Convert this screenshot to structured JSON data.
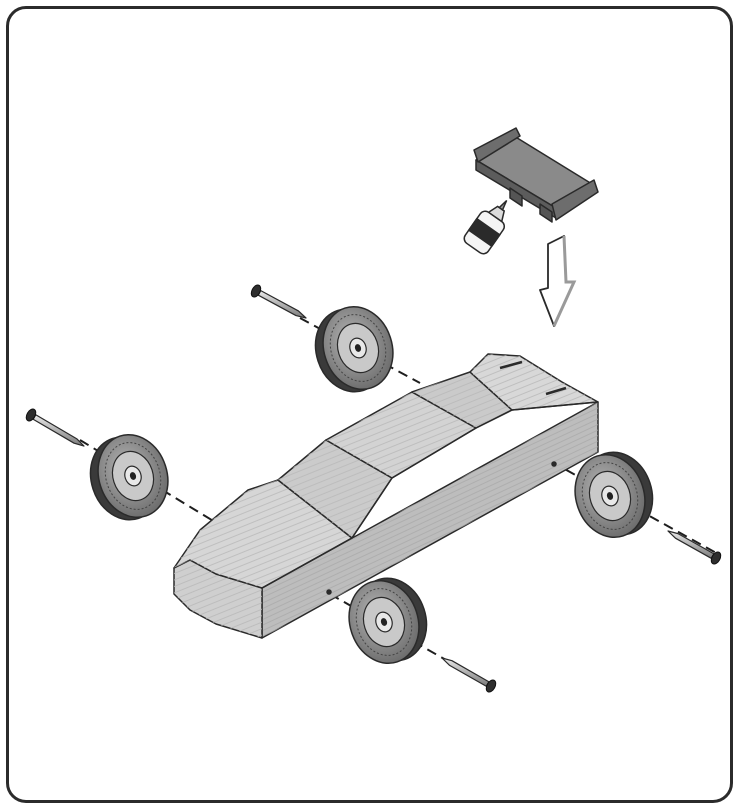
{
  "image": {
    "subject": "pinewood-derby-car-assembly",
    "parts": [
      "car-body",
      "rear-spoiler",
      "glue-bottle",
      "wheel",
      "axle-nail"
    ],
    "counts": {
      "wheels": 4,
      "axles": 4,
      "spoilers": 1
    },
    "colors": {
      "frame": "#2b2b2b",
      "wood_top": "#d2d2d2",
      "wood_side": "#bdbdbd",
      "wood_front": "#cfcfcf",
      "outline": "#2a2a2a",
      "wheel": "#8f8f8f",
      "tire_dark": "#3a3a3a"
    }
  }
}
